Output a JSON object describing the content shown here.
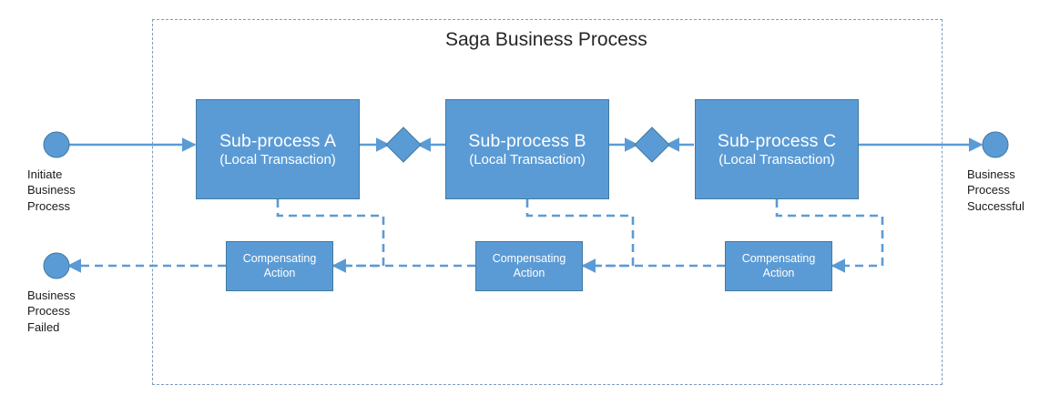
{
  "diagram": {
    "type": "flow-diagram",
    "title": "Saga Business Process",
    "container_label": "Saga Business Process",
    "colors": {
      "node_fill": "#5B9BD5",
      "node_stroke": "#41799f",
      "connector": "#5B9BD5",
      "container_border": "#7e9cc0",
      "text_on_node": "#ffffff",
      "text_label": "#1a1a1a"
    },
    "start_node": {
      "name": "initiate-business-process",
      "label": "Initiate\nBusiness\nProcess",
      "label_lines": [
        "Initiate",
        "Business",
        "Process"
      ],
      "shape": "circle"
    },
    "success_node": {
      "name": "business-process-successful",
      "label_lines": [
        "Business",
        "Process",
        "Successful"
      ],
      "shape": "circle"
    },
    "failure_node": {
      "name": "business-process-failed",
      "label_lines": [
        "Business",
        "Process",
        "Failed"
      ],
      "shape": "circle"
    },
    "subprocesses": [
      {
        "id": "a",
        "title": "Sub-process A",
        "subtitle": "(Local Transaction)"
      },
      {
        "id": "b",
        "title": "Sub-process B",
        "subtitle": "(Local Transaction)"
      },
      {
        "id": "c",
        "title": "Sub-process C",
        "subtitle": "(Local Transaction)"
      }
    ],
    "compensating_actions": [
      {
        "id": "a",
        "line1": "Compensating",
        "line2": "Action"
      },
      {
        "id": "b",
        "line1": "Compensating",
        "line2": "Action"
      },
      {
        "id": "c",
        "line1": "Compensating",
        "line2": "Action"
      }
    ],
    "gateways": [
      {
        "id": "gw1",
        "shape": "diamond",
        "label": ""
      },
      {
        "id": "gw2",
        "shape": "diamond",
        "label": ""
      }
    ],
    "connectors": {
      "solid_forward": "solid",
      "dashed_compensation": "dashed"
    }
  }
}
